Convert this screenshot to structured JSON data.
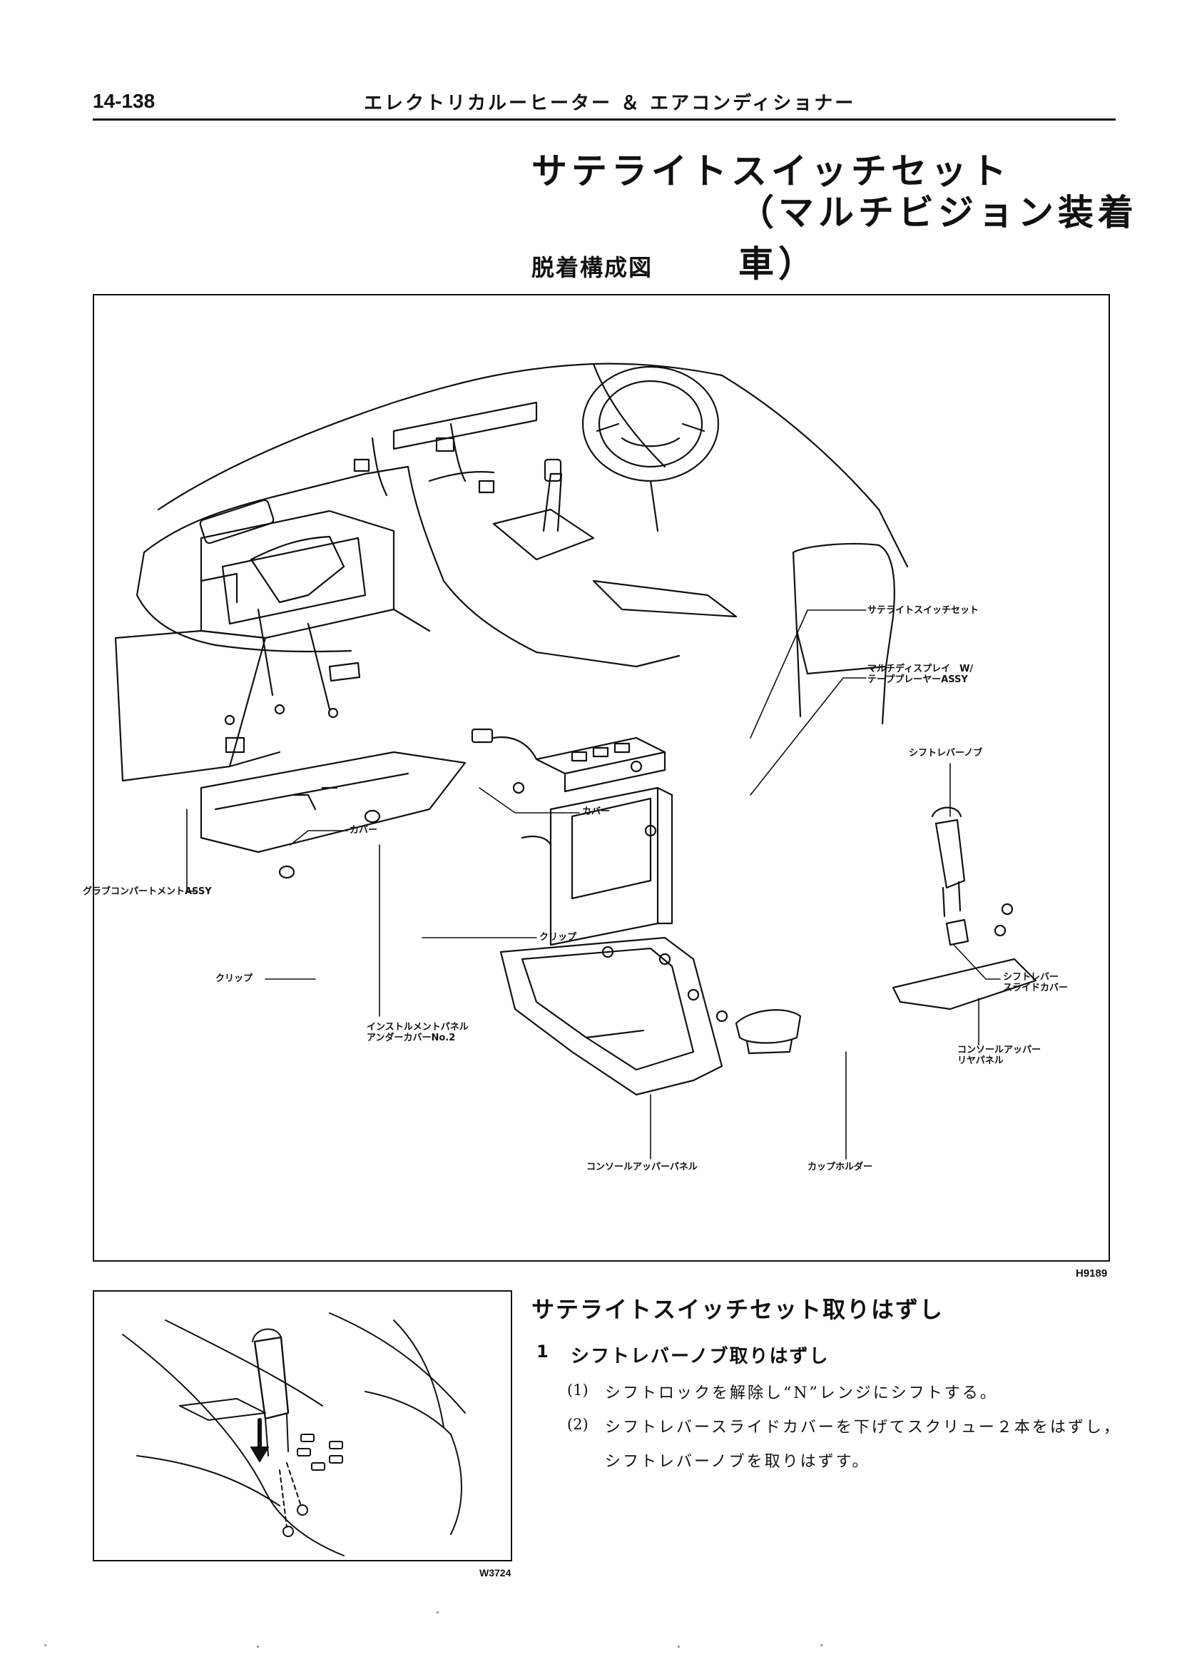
{
  "header": {
    "page_number": "14-138",
    "running_title": "エレクトリカルーヒーター ＆ エアコンディショナー"
  },
  "title": {
    "line1": "サテライトスイッチセット",
    "line2": "（マルチビジョン装着車）"
  },
  "section_heading": "脱着構成図",
  "main_figure": {
    "code": "H9189",
    "labels": {
      "satellite_switch_set": "サテライトスイッチセット",
      "multi_display": "マルチディスプレイ　W/\nテーププレーヤーASSY",
      "shift_lever_knob": "シフトレバーノブ",
      "cover_right": "カバー",
      "cover_left": "カバー",
      "glove_compartment": "グラブコンパートメントASSY",
      "clip_right": "クリップ",
      "clip_left": "クリップ",
      "shift_lever_slide_cover": "シフトレバー\nスライドカバー",
      "instrument_panel_under_cover": "インストルメントパネル\nアンダーカバーNo.2",
      "console_upper_rear_panel": "コンソールアッパー\nリヤパネル",
      "console_upper_panel": "コンソールアッパーパネル",
      "cup_holder": "カップホルダー"
    }
  },
  "small_figure": {
    "code": "W3724"
  },
  "procedure": {
    "heading": "サテライトスイッチセット取りはずし",
    "step1": {
      "number": "1",
      "title": "シフトレバーノブ取りはずし",
      "substeps": [
        {
          "number": "(1)",
          "text": "シフトロックを解除し“N”レンジにシフトする。"
        },
        {
          "number": "(2)",
          "text": "シフトレバースライドカバーを下げてスクリュー２本をはずし，"
        },
        {
          "number": "",
          "text": "シフトレバーノブを取りはずす。"
        }
      ]
    }
  }
}
